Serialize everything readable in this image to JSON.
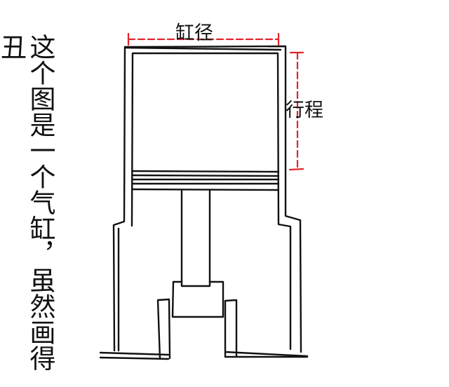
{
  "annotation": {
    "text": "这个图是一个气缸，虽然画得丑"
  },
  "labels": {
    "bore": "缸径",
    "stroke": "行程"
  },
  "colors": {
    "outline": "#111111",
    "dimension": "#e0242b",
    "background": "#ffffff"
  }
}
